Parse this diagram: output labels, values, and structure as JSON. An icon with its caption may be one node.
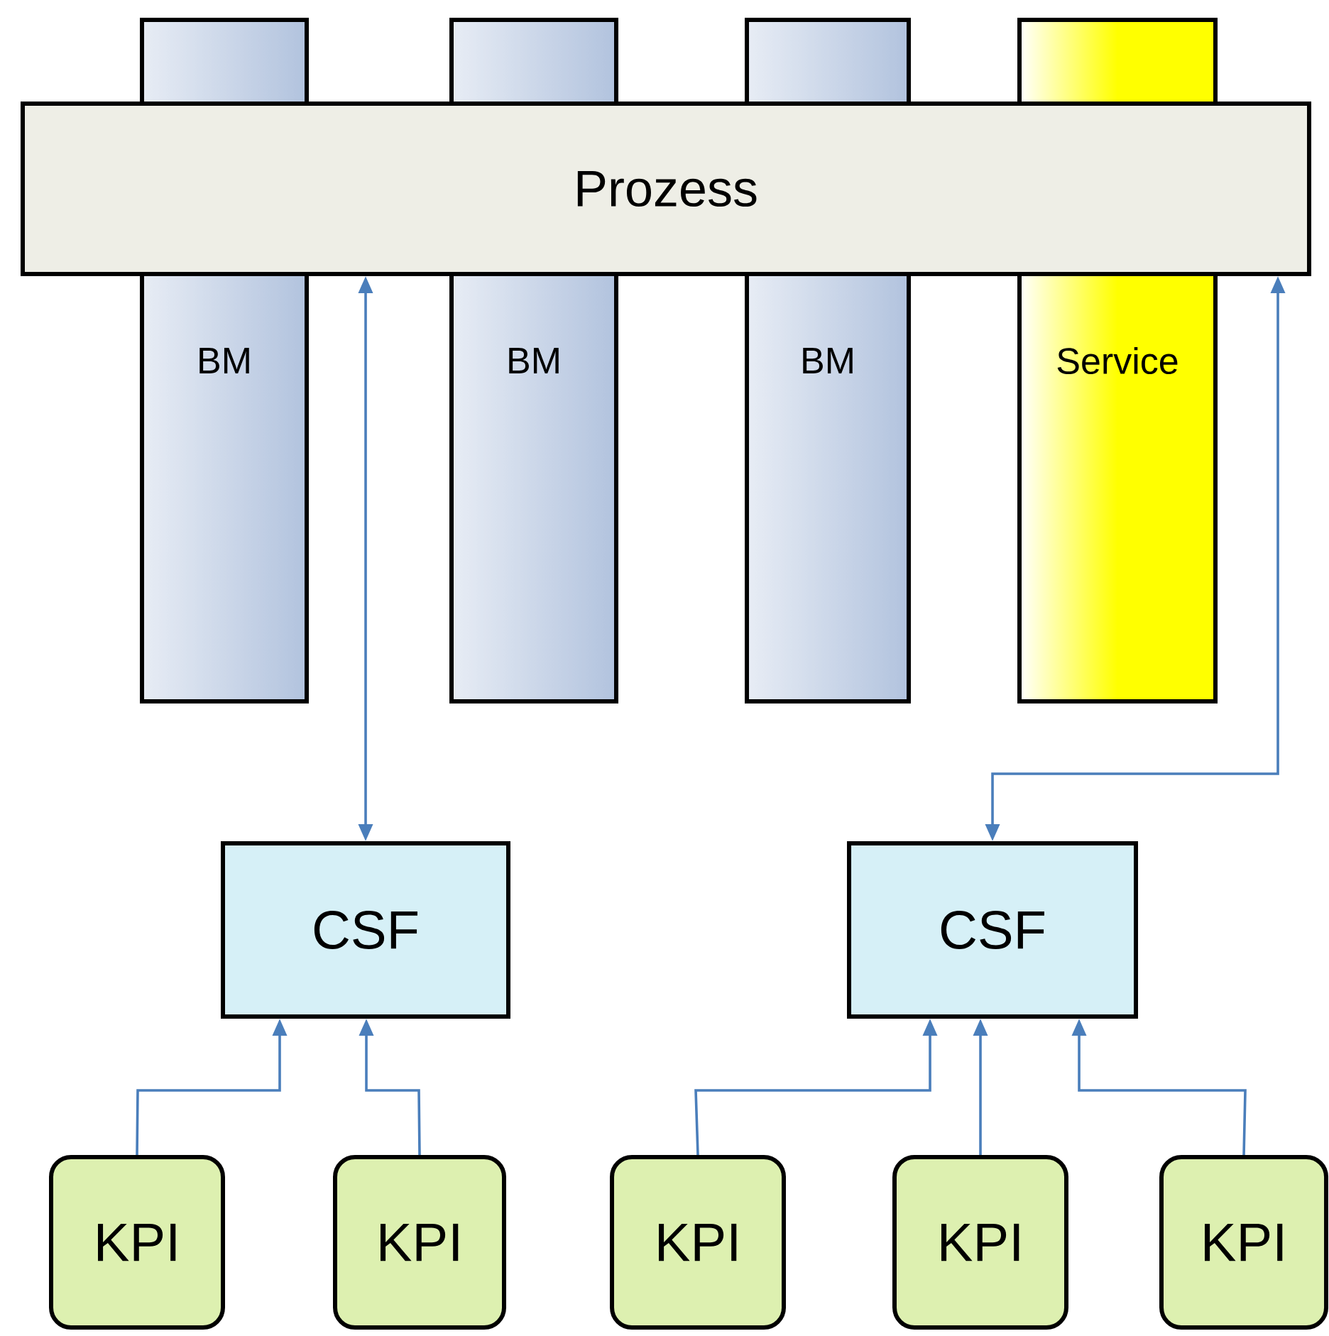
{
  "diagram": {
    "nodes": [
      {
        "text": [
          "Prozess"
        ]
      },
      {
        "text": [
          "BM"
        ]
      },
      {
        "text": [
          "BM"
        ]
      },
      {
        "text": [
          "BM"
        ]
      },
      {
        "text": [
          "Service"
        ]
      },
      {
        "text": [
          "CSF"
        ]
      },
      {
        "text": [
          "CSF"
        ]
      },
      {
        "text": [
          "KPI"
        ]
      },
      {
        "text": [
          "KPI"
        ]
      },
      {
        "text": [
          "KPI"
        ]
      },
      {
        "text": [
          "KPI"
        ]
      },
      {
        "text": [
          "KPI"
        ]
      }
    ],
    "edges": [
      {
        "from": 5,
        "to": 0,
        "arrow": "both"
      },
      {
        "from": 6,
        "to": 0,
        "arrow": "both"
      },
      {
        "from": 7,
        "to": 5,
        "arrow": "to"
      },
      {
        "from": 8,
        "to": 5,
        "arrow": "to"
      },
      {
        "from": 9,
        "to": 6,
        "arrow": "to"
      },
      {
        "from": 10,
        "to": 6,
        "arrow": "to"
      },
      {
        "from": 11,
        "to": 6,
        "arrow": "to"
      }
    ]
  }
}
